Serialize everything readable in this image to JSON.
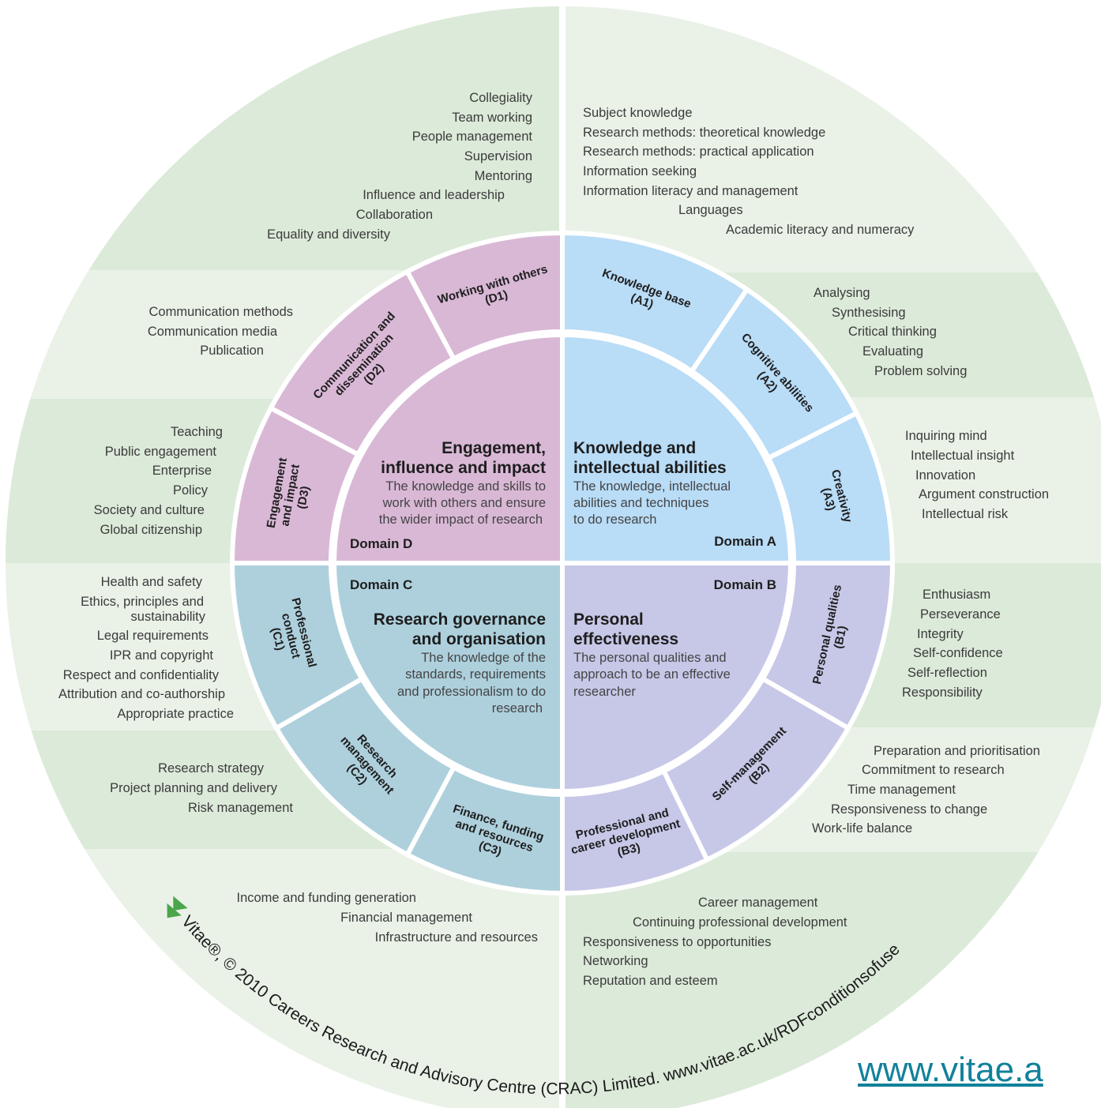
{
  "colors": {
    "outer_band_a": "#dcead9",
    "outer_band_b": "#eaf2e8",
    "domain_a": "#b9dcf7",
    "domain_b": "#c7c8e8",
    "domain_c": "#aed0dd",
    "domain_d": "#d9b8d6",
    "border": "#ffffff",
    "link": "#11819a",
    "logo": "#4aa64a"
  },
  "domains": {
    "A": {
      "tag": "Domain A",
      "title": [
        "Knowledge and",
        "intellectual abilities"
      ],
      "desc": [
        "The knowledge, intellectual",
        "abilities and techniques",
        "to do research"
      ]
    },
    "B": {
      "tag": "Domain B",
      "title": [
        "Personal",
        "effectiveness"
      ],
      "desc": [
        "The personal qualities and",
        "approach to be an effective",
        "researcher"
      ]
    },
    "C": {
      "tag": "Domain C",
      "title": [
        "Research governance",
        "and organisation"
      ],
      "desc": [
        "The knowledge of the",
        "standards, requirements",
        "and professionalism to do",
        "research"
      ]
    },
    "D": {
      "tag": "Domain D",
      "title": [
        "Engagement,",
        "influence and impact"
      ],
      "desc": [
        "The knowledge and skills to",
        "work with others and ensure",
        "the wider impact of research"
      ]
    }
  },
  "subdomains": {
    "A1": [
      "Knowledge base",
      "(A1)"
    ],
    "A2": [
      "Cognitive abilities",
      "(A2)"
    ],
    "A3": [
      "Creativity",
      "(A3)"
    ],
    "B1": [
      "Personal qualities",
      "(B1)"
    ],
    "B2": [
      "Self-management",
      "(B2)"
    ],
    "B3": [
      "Professional and",
      "career development",
      "(B3)"
    ],
    "C1": [
      "Professional",
      "conduct",
      "(C1)"
    ],
    "C2": [
      "Research",
      "management",
      "(C2)"
    ],
    "C3": [
      "Finance, funding",
      "and resources",
      "(C3)"
    ],
    "D1": [
      "Working with others",
      "(D1)"
    ],
    "D2": [
      "Communication and",
      "dissemination",
      "(D2)"
    ],
    "D3": [
      "Engagement",
      "and impact",
      "(D3)"
    ]
  },
  "descriptors": {
    "A1": [
      "Subject knowledge",
      "Research methods: theoretical knowledge",
      "Research methods: practical application",
      "Information seeking",
      "Information literacy and management",
      "Languages",
      "Academic literacy and numeracy"
    ],
    "A2": [
      "Analysing",
      "Synthesising",
      "Critical thinking",
      "Evaluating",
      "Problem solving"
    ],
    "A3": [
      "Inquiring mind",
      "Intellectual insight",
      "Innovation",
      "Argument construction",
      "Intellectual risk"
    ],
    "B1": [
      "Enthusiasm",
      "Perseverance",
      "Integrity",
      "Self-confidence",
      "Self-reflection",
      "Responsibility"
    ],
    "B2": [
      "Preparation and prioritisation",
      "Commitment to research",
      "Time management",
      "Responsiveness to change",
      "Work-life balance"
    ],
    "B3": [
      "Career management",
      "Continuing professional development",
      "Responsiveness to opportunities",
      "Networking",
      "Reputation and esteem"
    ],
    "C1": [
      "Health and safety",
      "Ethics, principles and",
      "sustainability",
      "Legal requirements",
      "IPR and copyright",
      "Respect and confidentiality",
      "Attribution and co-authorship",
      "Appropriate practice"
    ],
    "C2": [
      "Research strategy",
      "Project planning and delivery",
      "Risk management"
    ],
    "C3": [
      "Income and funding generation",
      "Financial management",
      "Infrastructure and resources"
    ],
    "D1": [
      "Collegiality",
      "Team working",
      "People management",
      "Supervision",
      "Mentoring",
      "Influence and leadership",
      "Collaboration",
      "Equality and diversity"
    ],
    "D2": [
      "Communication methods",
      "Communication media",
      "Publication"
    ],
    "D3": [
      "Teaching",
      "Public engagement",
      "Enterprise",
      "Policy",
      "Society and culture",
      "Global citizenship"
    ]
  },
  "credit": "Vitae®, © 2010 Careers Research and Advisory Centre (CRAC) Limited. www.vitae.ac.uk/RDFconditionsofuse",
  "url": "www.vitae.a"
}
